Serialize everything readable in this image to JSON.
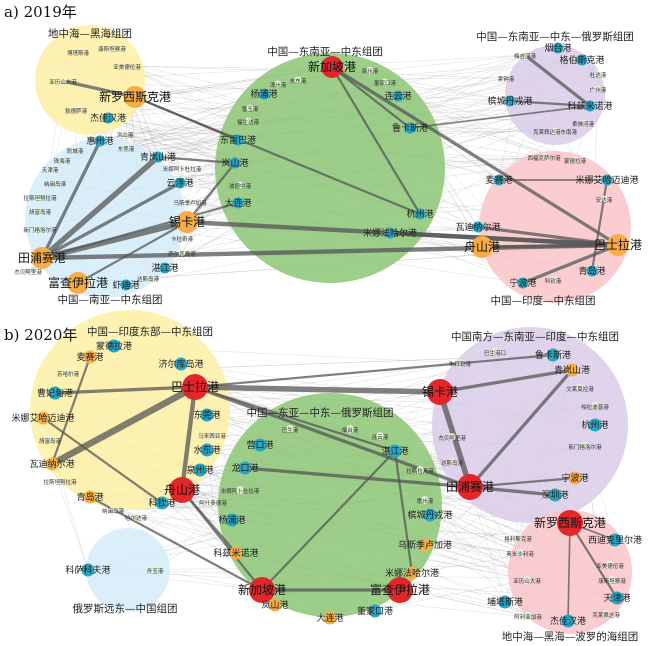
{
  "colors": {
    "red": "#e2262a",
    "orange": "#f7ac45",
    "blue": "#27a5c4",
    "small": "#d8ecc6",
    "yellow": "#fdf0a4",
    "lightblue": "#d5ecf9",
    "green": "#8cc576",
    "purple": "#d9cde8",
    "pink": "#f9c5c9"
  },
  "panels": [
    {
      "id": "a",
      "title": "a) 2019年",
      "groups": [
        {
          "id": "y",
          "name": "地中海—黑海组团",
          "color": "yellow"
        },
        {
          "id": "lb",
          "name": "中国—南亚—中东组团",
          "color": "lightblue"
        },
        {
          "id": "g",
          "name": "中国—东南亚—中东组团",
          "color": "green"
        },
        {
          "id": "p",
          "name": "中国—东南亚—中东—俄罗斯组团",
          "color": "purple"
        },
        {
          "id": "pk",
          "name": "中国—印度—中东组团",
          "color": "pink"
        }
      ],
      "nodes": [
        {
          "label": "新罗西斯克港",
          "tier": "large",
          "color": "orange"
        },
        {
          "label": "杰佳汉港",
          "tier": "medium",
          "color": "blue"
        },
        {
          "label": "康斯坦察港",
          "tier": "small",
          "color": "small"
        },
        {
          "label": "博塔斯港",
          "tier": "small",
          "color": "small"
        },
        {
          "label": "亚历山大港",
          "tier": "small",
          "color": "small"
        },
        {
          "label": "亚美德伦港",
          "tier": "small",
          "color": "small"
        },
        {
          "label": "敖德萨港",
          "tier": "small",
          "color": "small"
        },
        {
          "label": "田浦赛港",
          "tier": "large",
          "color": "orange"
        },
        {
          "label": "锡卡港",
          "tier": "large",
          "color": "orange"
        },
        {
          "label": "富查伊拉港",
          "tier": "large",
          "color": "orange"
        },
        {
          "label": "青岚山港",
          "tier": "medium",
          "color": "blue"
        },
        {
          "label": "惠州港",
          "tier": "medium",
          "color": "blue"
        },
        {
          "label": "云浮港",
          "tier": "medium",
          "color": "blue"
        },
        {
          "label": "湛江港",
          "tier": "medium",
          "color": "blue"
        },
        {
          "label": "虾迪港",
          "tier": "medium",
          "color": "blue"
        },
        {
          "label": "洪山港",
          "tier": "small",
          "color": "small"
        },
        {
          "label": "东莞港",
          "tier": "small",
          "color": "small"
        },
        {
          "label": "防城港",
          "tier": "small",
          "color": "small"
        },
        {
          "label": "珠海港",
          "tier": "small",
          "color": "small"
        },
        {
          "label": "天津港",
          "tier": "small",
          "color": "small"
        },
        {
          "label": "纳闽岛港",
          "tier": "small",
          "color": "small"
        },
        {
          "label": "拉斯坦努拉港",
          "tier": "small",
          "color": "small"
        },
        {
          "label": "胡富岛港",
          "tier": "small",
          "color": "small"
        },
        {
          "label": "新门格洛尔港",
          "tier": "small",
          "color": "small"
        },
        {
          "label": "米娜阿卜杜拉港",
          "tier": "small",
          "color": "small"
        },
        {
          "label": "乌斯季卢加港",
          "tier": "small",
          "color": "small"
        },
        {
          "label": "卡拉奇港",
          "tier": "small",
          "color": "small"
        },
        {
          "label": "萨尔瓦岛港",
          "tier": "small",
          "color": "small"
        },
        {
          "label": "杰贝阿里港",
          "tier": "small",
          "color": "small"
        },
        {
          "label": "达斯岛港",
          "tier": "small",
          "color": "small"
        },
        {
          "label": "新加坡港",
          "tier": "large",
          "color": "red"
        },
        {
          "label": "杨浦港",
          "tier": "medium",
          "color": "blue"
        },
        {
          "label": "东雷巴港",
          "tier": "medium",
          "color": "blue"
        },
        {
          "label": "岚山港",
          "tier": "medium",
          "color": "blue"
        },
        {
          "label": "大连港",
          "tier": "medium",
          "color": "blue"
        },
        {
          "label": "连云港",
          "tier": "medium",
          "color": "blue"
        },
        {
          "label": "鲁卡斯港",
          "tier": "medium",
          "color": "blue"
        },
        {
          "label": "杭州港",
          "tier": "medium",
          "color": "blue"
        },
        {
          "label": "米娜法哈尔港",
          "tier": "medium",
          "color": "blue"
        },
        {
          "label": "东东港",
          "tier": "small",
          "color": "small"
        },
        {
          "label": "漳州港",
          "tier": "small",
          "color": "small"
        },
        {
          "label": "香玉港",
          "tier": "small",
          "color": "small"
        },
        {
          "label": "福生达港",
          "tier": "small",
          "color": "small"
        },
        {
          "label": "波德中港",
          "tier": "small",
          "color": "small"
        },
        {
          "label": "泉州港",
          "tier": "small",
          "color": "small"
        },
        {
          "label": "董家口港",
          "tier": "small",
          "color": "small"
        },
        {
          "label": "烟台港",
          "tier": "medium",
          "color": "blue"
        },
        {
          "label": "格伯斯克港",
          "tier": "medium",
          "color": "blue"
        },
        {
          "label": "科兹米诺港",
          "tier": "medium",
          "color": "blue"
        },
        {
          "label": "槟城丹戎港",
          "tier": "medium",
          "color": "blue"
        },
        {
          "label": "梅吉河港",
          "tier": "small",
          "color": "small"
        },
        {
          "label": "莱钟港",
          "tier": "small",
          "color": "small"
        },
        {
          "label": "杜达港",
          "tier": "small",
          "color": "small"
        },
        {
          "label": "广州港",
          "tier": "small",
          "color": "small"
        },
        {
          "label": "柔佛河港",
          "tier": "small",
          "color": "small"
        },
        {
          "label": "克莱佩达港东南港",
          "tier": "small",
          "color": "small"
        },
        {
          "label": "巴士拉港",
          "tier": "large",
          "color": "orange"
        },
        {
          "label": "米娜艾哈迈迪港",
          "tier": "medium",
          "color": "blue"
        },
        {
          "label": "麦赛港",
          "tier": "medium",
          "color": "blue"
        },
        {
          "label": "瓦迪纳尔港",
          "tier": "medium",
          "color": "blue"
        },
        {
          "label": "舟山港",
          "tier": "large",
          "color": "orange"
        },
        {
          "label": "青岛港",
          "tier": "medium",
          "color": "blue"
        },
        {
          "label": "宁波港",
          "tier": "medium",
          "color": "blue"
        },
        {
          "label": "西福克萨尔港",
          "tier": "small",
          "color": "small"
        },
        {
          "label": "蒙德拉港",
          "tier": "small",
          "color": "small"
        },
        {
          "label": "安达港",
          "tier": "small",
          "color": "small"
        },
        {
          "label": "科钦港",
          "tier": "small",
          "color": "small"
        }
      ],
      "edges": [
        [
          "田浦赛港",
          "青岚山港",
          5
        ],
        [
          "田浦赛港",
          "锡卡港",
          5
        ],
        [
          "田浦赛港",
          "巴士拉港",
          4
        ],
        [
          "田浦赛港",
          "云浮港",
          3
        ],
        [
          "田浦赛港",
          "惠州港",
          3
        ],
        [
          "田浦赛港",
          "大连港",
          2
        ],
        [
          "锡卡港",
          "巴士拉港",
          4
        ],
        [
          "锡卡港",
          "岚山港",
          2
        ],
        [
          "新加坡港",
          "巴士拉港",
          3
        ],
        [
          "新加坡港",
          "鲁卡斯港",
          2
        ],
        [
          "新罗西斯克港",
          "亚历山大港",
          3
        ],
        [
          "新罗西斯克港",
          "东雷巴港",
          2
        ],
        [
          "新罗西斯克港",
          "杭州港",
          2
        ],
        [
          "科兹米诺港",
          "梅吉河港",
          3
        ],
        [
          "科兹米诺港",
          "槟城丹戎港",
          2
        ],
        [
          "米娜法哈尔港",
          "巴士拉港",
          4
        ],
        [
          "瓦迪纳尔港",
          "巴士拉港",
          3
        ],
        [
          "舟山港",
          "巴士拉港",
          3
        ],
        [
          "宁波港",
          "巴士拉港",
          3
        ],
        [
          "米娜艾哈迈迪港",
          "青岛港",
          2
        ],
        [
          "富查伊拉港",
          "锡卡港",
          2
        ],
        [
          "鲁卡斯港",
          "科兹米诺港",
          1.5
        ],
        [
          "青岚山港",
          "岚山港",
          2
        ],
        [
          "新加坡港",
          "杭州港",
          2
        ],
        [
          "麦赛港",
          "米娜艾哈迈迪港",
          1.5
        ]
      ]
    },
    {
      "id": "b",
      "title": "b) 2020年",
      "groups": [
        {
          "id": "y",
          "name": "中国—印度东部—中东组团",
          "color": "yellow"
        },
        {
          "id": "lb",
          "name": "俄罗斯远东—中国组团",
          "color": "lightblue"
        },
        {
          "id": "g",
          "name": "中国—东亚—中东—俄罗斯组团",
          "color": "green"
        },
        {
          "id": "p",
          "name": "中国南方—东南亚—印度—中东组团",
          "color": "purple"
        },
        {
          "id": "pk",
          "name": "地中海—黑海—波罗的海组团",
          "color": "pink"
        }
      ],
      "nodes": [
        {
          "label": "巴士拉港",
          "tier": "large",
          "color": "red"
        },
        {
          "label": "麦赛港",
          "tier": "medium",
          "color": "orange"
        },
        {
          "label": "米娜艾哈迈迪港",
          "tier": "medium",
          "color": "orange"
        },
        {
          "label": "瓦迪纳尔港",
          "tier": "medium",
          "color": "orange"
        },
        {
          "label": "青岛港",
          "tier": "medium",
          "color": "orange"
        },
        {
          "label": "舟山港",
          "tier": "large",
          "color": "red"
        },
        {
          "label": "蒙德拉港",
          "tier": "medium",
          "color": "blue"
        },
        {
          "label": "济尔库岛港",
          "tier": "medium",
          "color": "blue"
        },
        {
          "label": "曹妃甸港",
          "tier": "medium",
          "color": "blue"
        },
        {
          "label": "东莞港",
          "tier": "medium",
          "color": "blue"
        },
        {
          "label": "水东港",
          "tier": "medium",
          "color": "blue"
        },
        {
          "label": "泉州港",
          "tier": "medium",
          "color": "blue"
        },
        {
          "label": "科钦港",
          "tier": "medium",
          "color": "blue"
        },
        {
          "label": "苏哈尔港",
          "tier": "small",
          "color": "small"
        },
        {
          "label": "胡富岛港",
          "tier": "small",
          "color": "small"
        },
        {
          "label": "马来西亚港",
          "tier": "small",
          "color": "small"
        },
        {
          "label": "纳闽岛港",
          "tier": "small",
          "color": "small"
        },
        {
          "label": "拉斯坦努拉港",
          "tier": "small",
          "color": "small"
        },
        {
          "label": "哈尔达港",
          "tier": "small",
          "color": "small"
        },
        {
          "label": "科萨科夫港",
          "tier": "medium",
          "color": "blue"
        },
        {
          "label": "舟玉港",
          "tier": "small",
          "color": "small"
        },
        {
          "label": "新加坡港",
          "tier": "large",
          "color": "red"
        },
        {
          "label": "富查伊拉港",
          "tier": "large",
          "color": "red"
        },
        {
          "label": "科兹米诺港",
          "tier": "medium",
          "color": "orange"
        },
        {
          "label": "岚山港",
          "tier": "medium",
          "color": "orange"
        },
        {
          "label": "大连港",
          "tier": "medium",
          "color": "orange"
        },
        {
          "label": "乌斯季卢加港",
          "tier": "medium",
          "color": "orange"
        },
        {
          "label": "米娜法哈尔港",
          "tier": "medium",
          "color": "orange"
        },
        {
          "label": "营口港",
          "tier": "medium",
          "color": "blue"
        },
        {
          "label": "龙口港",
          "tier": "medium",
          "color": "blue"
        },
        {
          "label": "杨浦港",
          "tier": "medium",
          "color": "blue"
        },
        {
          "label": "湛江港",
          "tier": "medium",
          "color": "blue"
        },
        {
          "label": "槟城丹戎港",
          "tier": "medium",
          "color": "blue"
        },
        {
          "label": "董家口港",
          "tier": "medium",
          "color": "blue"
        },
        {
          "label": "巴生港",
          "tier": "small",
          "color": "small"
        },
        {
          "label": "烟台港",
          "tier": "small",
          "color": "small"
        },
        {
          "label": "连云港",
          "tier": "small",
          "color": "small"
        },
        {
          "label": "米娜阿卜杜拉港",
          "tier": "small",
          "color": "small"
        },
        {
          "label": "阿什多德港",
          "tier": "small",
          "color": "small"
        },
        {
          "label": "拉斯拉凡港",
          "tier": "small",
          "color": "small"
        },
        {
          "label": "惠州港",
          "tier": "small",
          "color": "small"
        },
        {
          "label": "锡卡港",
          "tier": "large",
          "color": "red"
        },
        {
          "label": "田浦赛港",
          "tier": "large",
          "color": "red"
        },
        {
          "label": "青岚山港",
          "tier": "medium",
          "color": "orange"
        },
        {
          "label": "宁波港",
          "tier": "medium",
          "color": "orange"
        },
        {
          "label": "鲁卡斯港",
          "tier": "medium",
          "color": "blue"
        },
        {
          "label": "杭州港",
          "tier": "medium",
          "color": "blue"
        },
        {
          "label": "深圳港",
          "tier": "medium",
          "color": "blue"
        },
        {
          "label": "巴生港口",
          "tier": "small",
          "color": "small"
        },
        {
          "label": "朱拜勒港",
          "tier": "small",
          "color": "small"
        },
        {
          "label": "文莱莫拉港",
          "tier": "small",
          "color": "small"
        },
        {
          "label": "帕拉迪普港",
          "tier": "small",
          "color": "small"
        },
        {
          "label": "新门格洛尔港",
          "tier": "small",
          "color": "small"
        },
        {
          "label": "杰贝阿里港",
          "tier": "small",
          "color": "small"
        },
        {
          "label": "达斯岛港",
          "tier": "small",
          "color": "small"
        },
        {
          "label": "新罗西斯克港",
          "tier": "large",
          "color": "red"
        },
        {
          "label": "西迪克里尔港",
          "tier": "medium",
          "color": "blue"
        },
        {
          "label": "天津港",
          "tier": "medium",
          "color": "blue"
        },
        {
          "label": "埔塔斯港",
          "tier": "medium",
          "color": "blue"
        },
        {
          "label": "杰佳汉港",
          "tier": "medium",
          "color": "blue"
        },
        {
          "label": "格利斯克港",
          "tier": "small",
          "color": "small"
        },
        {
          "label": "奥米沙利港",
          "tier": "small",
          "color": "small"
        },
        {
          "label": "亚历山大港",
          "tier": "small",
          "color": "small"
        },
        {
          "label": "亚美德伦港",
          "tier": "small",
          "color": "small"
        },
        {
          "label": "康斯坦察港",
          "tier": "small",
          "color": "small"
        },
        {
          "label": "阿利亚加港",
          "tier": "small",
          "color": "small"
        },
        {
          "label": "克莱佩达港",
          "tier": "small",
          "color": "small"
        }
      ],
      "edges": [
        [
          "巴士拉港",
          "瓦迪纳尔港",
          6
        ],
        [
          "巴士拉港",
          "锡卡港",
          5
        ],
        [
          "巴士拉港",
          "舟山港",
          4
        ],
        [
          "巴士拉港",
          "曹妃甸港",
          3
        ],
        [
          "巴士拉港",
          "田浦赛港",
          3
        ],
        [
          "锡卡港",
          "田浦赛港",
          5
        ],
        [
          "田浦赛港",
          "青岚山港",
          3
        ],
        [
          "田浦赛港",
          "深圳港",
          3
        ],
        [
          "田浦赛港",
          "宁波港",
          2
        ],
        [
          "田浦赛港",
          "龙口港",
          3
        ],
        [
          "麦赛港",
          "瓦迪纳尔港",
          2
        ],
        [
          "米娜艾哈迈迪港",
          "科钦港",
          2
        ],
        [
          "舟山港",
          "新加坡港",
          2
        ],
        [
          "青岛港",
          "新加坡港",
          2
        ],
        [
          "锡卡港",
          "青岚山港",
          3
        ],
        [
          "新罗西斯克港",
          "天津港",
          2
        ],
        [
          "新罗西斯克港",
          "西迪克里尔港",
          1.5
        ],
        [
          "新罗西斯克港",
          "杰佳汉港",
          1.5
        ],
        [
          "新加坡港",
          "富查伊拉港",
          3
        ],
        [
          "米娜法哈尔港",
          "湛江港",
          2
        ],
        [
          "科兹米诺港",
          "舟山港",
          2
        ],
        [
          "巴士拉港",
          "湛江港",
          2
        ],
        [
          "新加坡港",
          "湛江港",
          2
        ],
        [
          "巴士拉港",
          "鲁卡斯港",
          2
        ]
      ]
    }
  ]
}
